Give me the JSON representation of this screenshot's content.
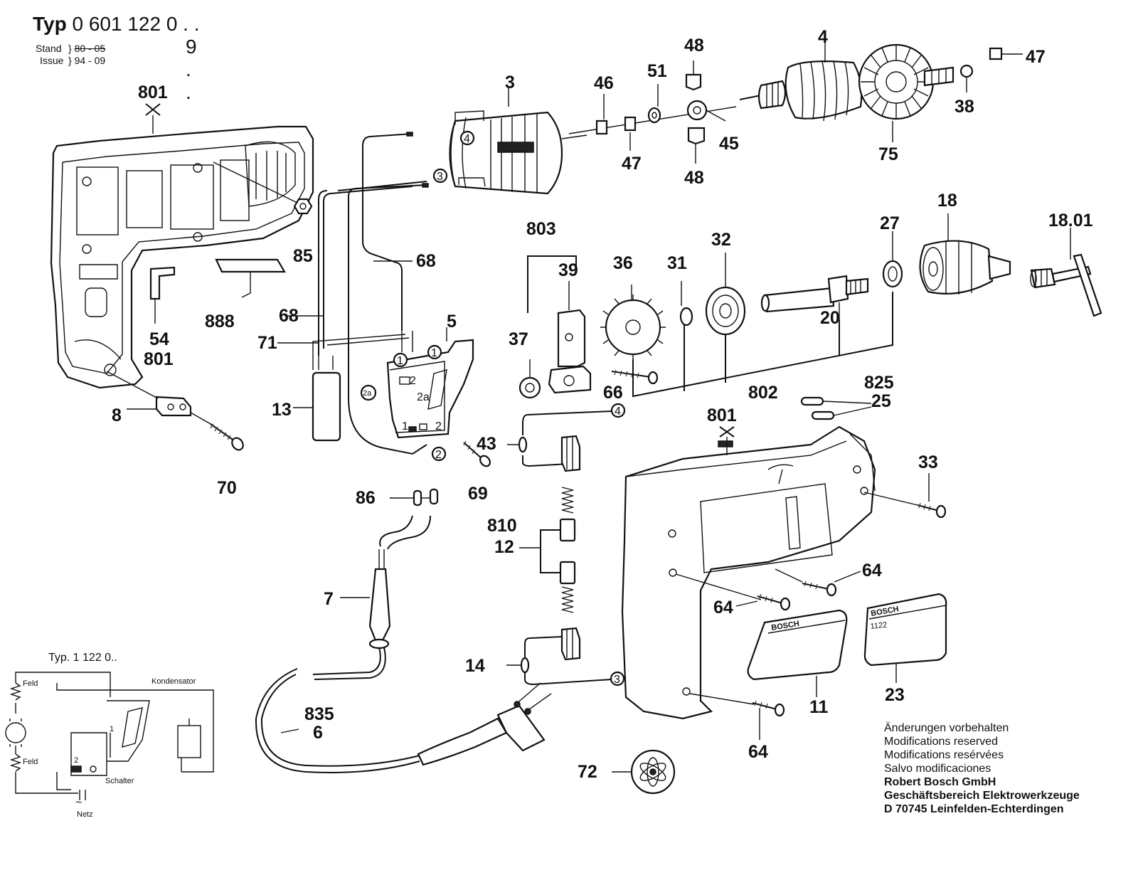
{
  "header": {
    "typ_label": "Typ",
    "typ_number": "0 601 122 0 . .",
    "typ_alt": "9 . .",
    "stand_label": "Stand",
    "stand_value": "80 - 05",
    "issue_label": "Issue",
    "issue_value": "94 - 09"
  },
  "parts": [
    "801",
    "85",
    "54",
    "801",
    "888",
    "8",
    "70",
    "3",
    "68",
    "68",
    "71",
    "13",
    "5",
    "46",
    "47",
    "48",
    "51",
    "48",
    "45",
    "4",
    "75",
    "38",
    "47",
    "803",
    "39",
    "36",
    "31",
    "32",
    "37",
    "66",
    "20",
    "802",
    "27",
    "18",
    "18.01",
    "825",
    "25",
    "43",
    "69",
    "86",
    "7",
    "810",
    "12",
    "14",
    "801",
    "33",
    "64",
    "64",
    "64",
    "11",
    "23",
    "835",
    "6",
    "72"
  ],
  "circled_markers": [
    "4",
    "3",
    "1",
    "1",
    "2a",
    "2a",
    "2",
    "2",
    "4",
    "3",
    "1",
    "2"
  ],
  "schematic": {
    "title": "Typ. 1 122 0..",
    "feld_top": "Feld",
    "feld_bottom": "Feld",
    "kondensator": "Kondensator",
    "schalter": "Schalter",
    "netz": "Netz",
    "contact_1": "1",
    "contact_2": "2",
    "ac_symbol": "~"
  },
  "nameplates": {
    "plate_11": "BOSCH",
    "plate_23": "BOSCH",
    "plate_23_code": "1122"
  },
  "notes": {
    "line1": "Änderungen vorbehalten",
    "line2": "Modifications reserved",
    "line3": "Modifications resérvées",
    "line4": "Salvo modificaciones",
    "company": "Robert Bosch GmbH",
    "division": "Geschäftsbereich Elektrowerkzeuge",
    "address": "D 70745 Leinfelden-Echterdingen"
  }
}
